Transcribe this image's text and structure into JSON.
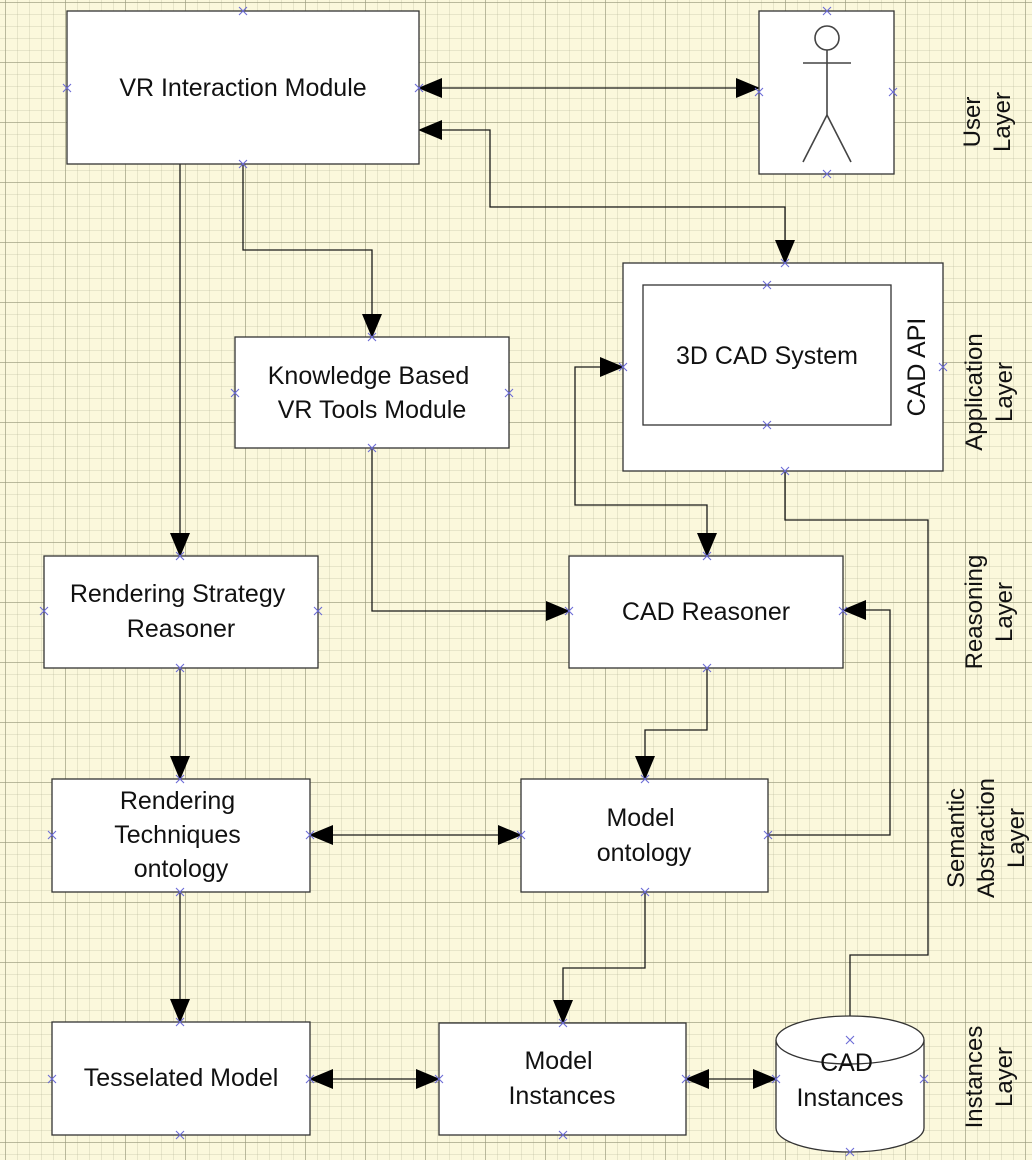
{
  "nodes": {
    "vr_interaction": [
      "VR Interaction Module"
    ],
    "knowledge_vr_tools": [
      "Knowledge Based",
      "VR Tools Module"
    ],
    "cad_system": [
      "3D CAD System"
    ],
    "cad_api": "CAD API",
    "rendering_strategy": [
      "Rendering Strategy",
      "Reasoner"
    ],
    "cad_reasoner": [
      "CAD Reasoner"
    ],
    "rendering_techniques": [
      "Rendering",
      "Techniques",
      "ontology"
    ],
    "model_ontology": [
      "Model",
      "ontology"
    ],
    "tesselated_model": [
      "Tesselated Model"
    ],
    "model_instances": [
      "Model",
      "Instances"
    ],
    "cad_instances": [
      "CAD",
      "Instances"
    ]
  },
  "layers": {
    "user": [
      "User",
      "Layer"
    ],
    "application": [
      "Application",
      "Layer"
    ],
    "reasoning": [
      "Reasoning",
      "Layer"
    ],
    "semantic": [
      "Semantic",
      "Abstraction",
      "Layer"
    ],
    "instances": [
      "Instances",
      "Layer"
    ]
  },
  "colors": {
    "background": "#fbf8dc",
    "box_fill": "#ffffff",
    "box_stroke": "#333333",
    "connection_point": "#6b6bd6"
  }
}
